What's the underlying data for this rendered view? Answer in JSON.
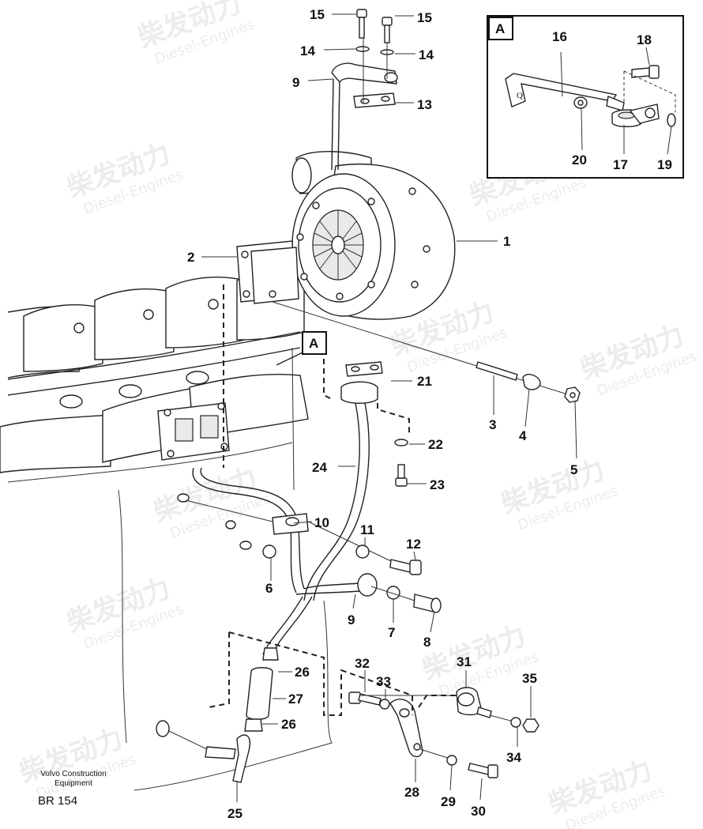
{
  "watermark": {
    "brand_cn": "柴发动力",
    "brand_en": "Diesel-Engines"
  },
  "inset": {
    "label": "A",
    "callouts": [
      "16",
      "18",
      "20",
      "17",
      "19"
    ]
  },
  "view_reference_label": "A",
  "callouts": {
    "c1": "1",
    "c2": "2",
    "c3": "3",
    "c4": "4",
    "c5": "5",
    "c6": "6",
    "c7": "7",
    "c8": "8",
    "c9a": "9",
    "c9b": "9",
    "c10": "10",
    "c11": "11",
    "c12": "12",
    "c13": "13",
    "c14a": "14",
    "c14b": "14",
    "c15a": "15",
    "c15b": "15",
    "c21": "21",
    "c22": "22",
    "c23": "23",
    "c24": "24",
    "c25": "25",
    "c26a": "26",
    "c26b": "26",
    "c27": "27",
    "c28": "28",
    "c29": "29",
    "c30": "30",
    "c31": "31",
    "c32": "32",
    "c33": "33",
    "c34": "34",
    "c35": "35"
  },
  "footer": {
    "company_line1": "Volvo Construction",
    "company_line2": "Equipment",
    "drawing_code": "BR 154"
  }
}
